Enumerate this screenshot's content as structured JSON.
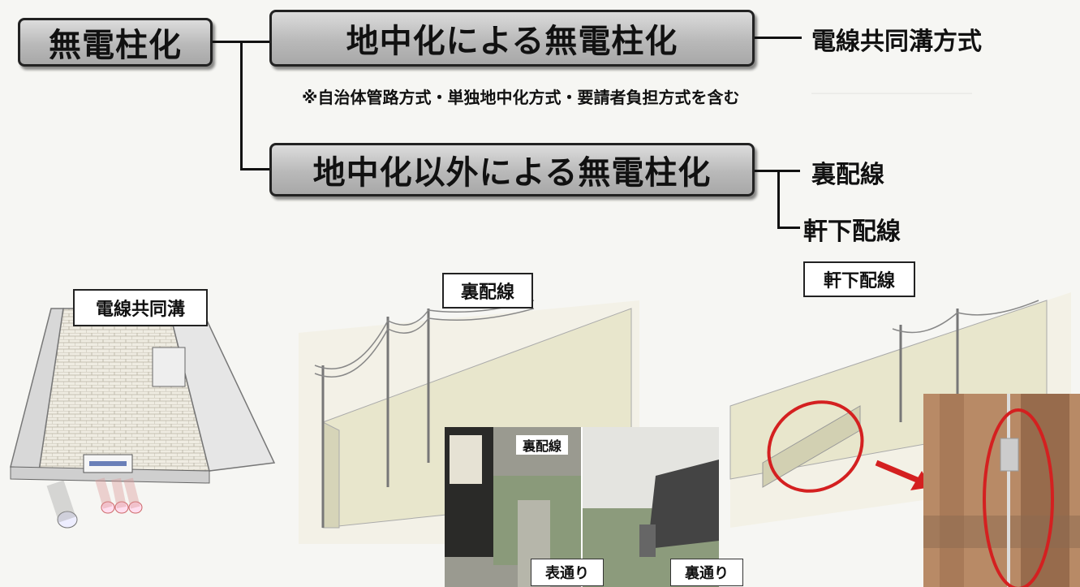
{
  "tree": {
    "root": "無電柱化",
    "underground": "地中化による無電柱化",
    "underground_method": "電線共同溝方式",
    "note": "※自治体管路方式・単独地中化方式・要請者負担方式を含む",
    "non_underground": "地中化以外による無電柱化",
    "back_wiring": "裏配線",
    "eave_wiring": "軒下配線"
  },
  "illustrations": {
    "common_duct_label": "電線共同溝",
    "back_wiring_label": "裏配線",
    "eave_wiring_label": "軒下配線",
    "inset_title": "裏配線",
    "front_street": "表通り",
    "back_street": "裏通り"
  },
  "colors": {
    "accent_circle": "#d42020",
    "box_fill": "#b9b9b9"
  }
}
